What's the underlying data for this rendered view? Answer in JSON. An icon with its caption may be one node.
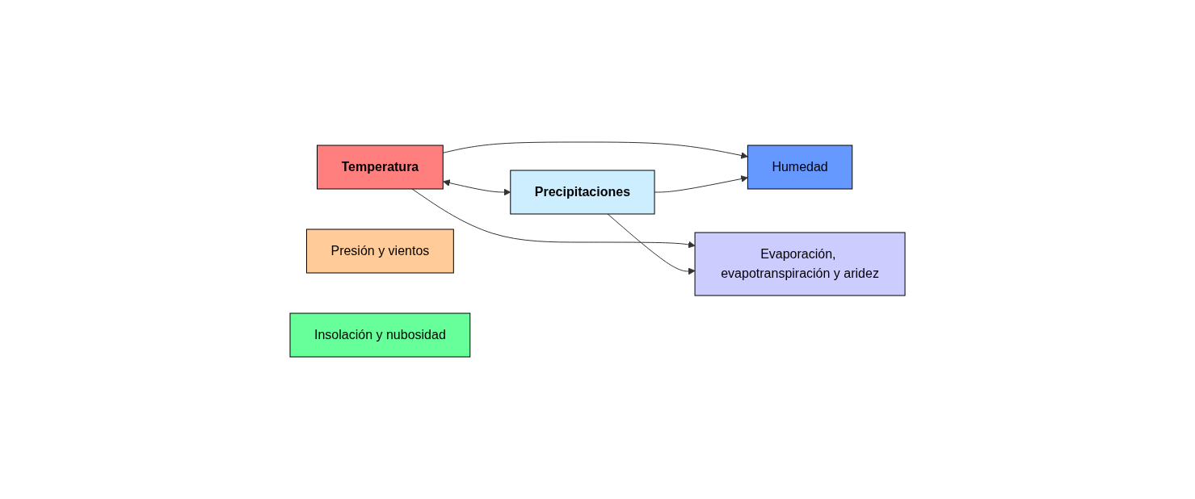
{
  "diagram": {
    "nodes": [
      {
        "text": [
          "Temperatura"
        ]
      },
      {
        "text": [
          "Precipitaciones"
        ]
      },
      {
        "text": [
          "Presión y vientos"
        ]
      },
      {
        "text": [
          "Insolación y nubosidad"
        ]
      },
      {
        "text": [
          "Humedad"
        ]
      },
      {
        "text": [
          "Evaporación, evapotranspiración y aridez"
        ]
      }
    ],
    "edges": [
      {
        "from": 0,
        "to": 1,
        "arrow": "both"
      },
      {
        "from": 0,
        "to": 4,
        "arrow": "to"
      },
      {
        "from": 0,
        "to": 5,
        "arrow": "to"
      },
      {
        "from": 1,
        "to": 4,
        "arrow": "to"
      },
      {
        "from": 1,
        "to": 5,
        "arrow": "to"
      }
    ]
  }
}
